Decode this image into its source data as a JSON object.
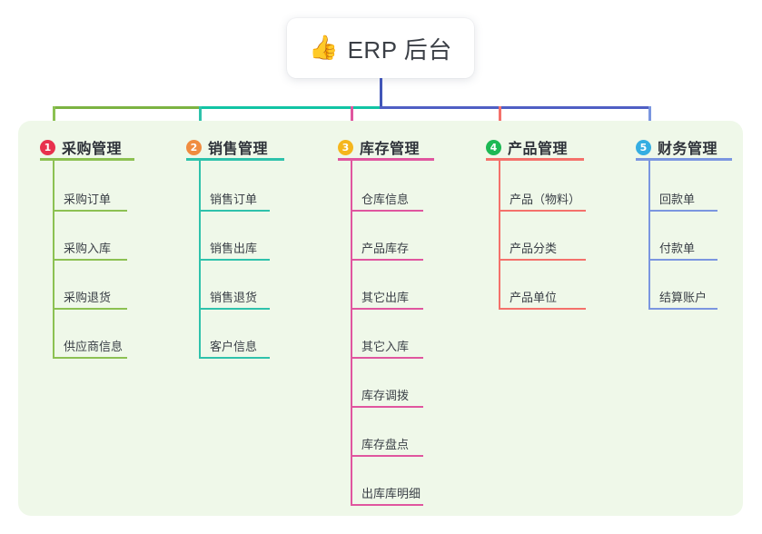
{
  "root": {
    "icon": "thumbs-up-icon",
    "emoji": "👍",
    "label": "ERP 后台"
  },
  "palette": {
    "panel_bg": "#eff8e9",
    "root_stem": "#4256b8",
    "bus_segment_1": "#7cb342",
    "bus_segment_2": "#11c4a4",
    "bus_segment_3": "#4f5fc4",
    "text": "#3a3f46"
  },
  "columns": [
    {
      "number": "1",
      "title": "采购管理",
      "badge_color": "#e8314e",
      "line_color": "#8cc152",
      "items": [
        {
          "label": "采购订单"
        },
        {
          "label": "采购入库"
        },
        {
          "label": "采购退货"
        },
        {
          "label": "供应商信息"
        }
      ]
    },
    {
      "number": "2",
      "title": "销售管理",
      "badge_color": "#f08c40",
      "line_color": "#2fc2ab",
      "items": [
        {
          "label": "销售订单"
        },
        {
          "label": "销售出库"
        },
        {
          "label": "销售退货"
        },
        {
          "label": "客户信息"
        }
      ]
    },
    {
      "number": "3",
      "title": "库存管理",
      "badge_color": "#f5b61d",
      "line_color": "#e0569f",
      "items": [
        {
          "label": "仓库信息"
        },
        {
          "label": "产品库存"
        },
        {
          "label": "其它出库"
        },
        {
          "label": "其它入库"
        },
        {
          "label": "库存调拨"
        },
        {
          "label": "库存盘点"
        },
        {
          "label": "出库库明细"
        }
      ]
    },
    {
      "number": "4",
      "title": "产品管理",
      "badge_color": "#1db954",
      "line_color": "#f4716b",
      "items": [
        {
          "label": "产品（物料）"
        },
        {
          "label": "产品分类"
        },
        {
          "label": "产品单位"
        }
      ]
    },
    {
      "number": "5",
      "title": "财务管理",
      "badge_color": "#35aee2",
      "line_color": "#7b96e0",
      "items": [
        {
          "label": "回款单"
        },
        {
          "label": "付款单"
        },
        {
          "label": "结算账户"
        }
      ]
    }
  ]
}
